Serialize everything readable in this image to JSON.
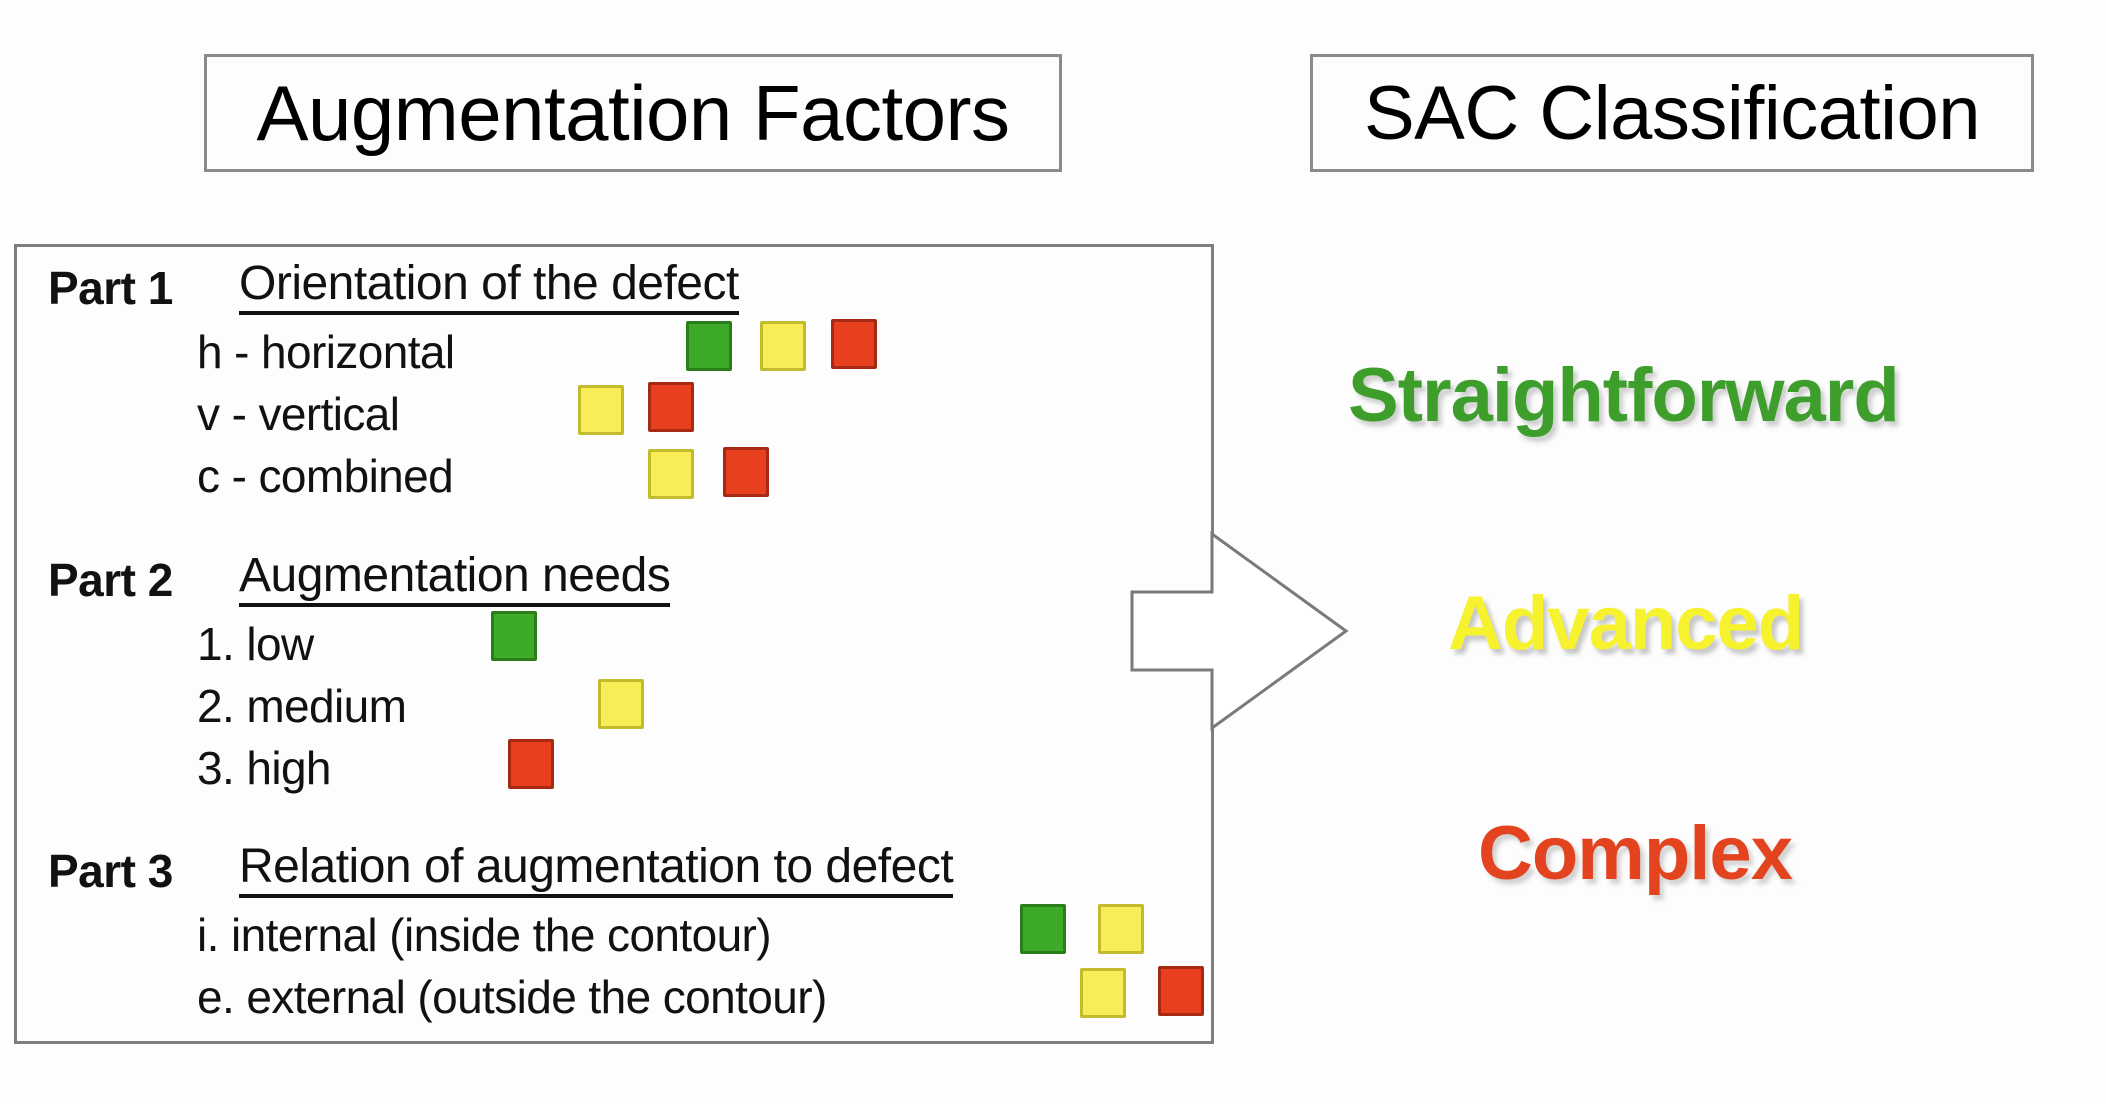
{
  "headers": {
    "left": "Augmentation Factors",
    "right": "SAC Classification"
  },
  "factors": {
    "parts": [
      {
        "label": "Part 1",
        "title": "Orientation of the defect",
        "options": [
          {
            "text": "h - horizontal",
            "chips": [
              "green",
              "yellow",
              "red"
            ]
          },
          {
            "text": "v - vertical",
            "chips": [
              "yellow",
              "red"
            ]
          },
          {
            "text": "c - combined",
            "chips": [
              "yellow",
              "red"
            ]
          }
        ]
      },
      {
        "label": "Part 2",
        "title": "Augmentation needs",
        "options": [
          {
            "text": "1. low",
            "chips": [
              "green"
            ]
          },
          {
            "text": "2. medium",
            "chips": [
              "yellow"
            ]
          },
          {
            "text": "3. high",
            "chips": [
              "red"
            ]
          }
        ]
      },
      {
        "label": "Part 3",
        "title": "Relation of augmentation to defect",
        "options": [
          {
            "text": "i. internal (inside the contour)",
            "chips": [
              "green",
              "yellow"
            ]
          },
          {
            "text": "e. external (outside the contour)",
            "chips": [
              "yellow",
              "red"
            ]
          }
        ]
      }
    ]
  },
  "classification": {
    "items": [
      {
        "label": "Straightforward",
        "color": "#3d9e2c"
      },
      {
        "label": "Advanced",
        "color": "#f7f22e"
      },
      {
        "label": "Complex",
        "color": "#e3441f"
      }
    ]
  },
  "colors": {
    "green": "#3daa2a",
    "yellow": "#f7ee57",
    "red": "#e8401f",
    "box_border": "#7d7d7d",
    "arrow_stroke": "#7a7a7a"
  }
}
